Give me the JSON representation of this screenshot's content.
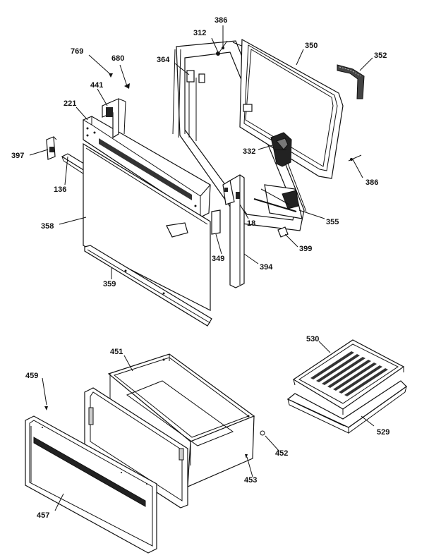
{
  "diagram": {
    "part_labels": {
      "p386a": "386",
      "p312": "312",
      "p769": "769",
      "p680": "680",
      "p364": "364",
      "p350": "350",
      "p352": "352",
      "p441": "441",
      "p221": "221",
      "p397": "397",
      "p332": "332",
      "p386b": "386",
      "p136": "136",
      "p358": "358",
      "p18": "18",
      "p355": "355",
      "p349": "349",
      "p399": "399",
      "p394": "394",
      "p359": "359",
      "p451": "451",
      "p530": "530",
      "p459": "459",
      "p452": "452",
      "p453": "453",
      "p529": "529",
      "p457": "457"
    }
  }
}
